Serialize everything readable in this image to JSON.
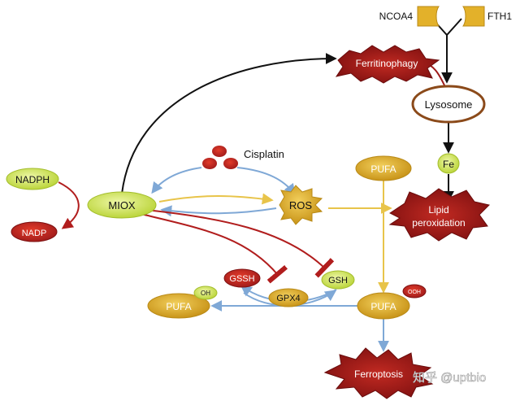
{
  "labels": {
    "ncoa4": "NCOA4",
    "fth1": "FTH1",
    "ferritinophagy": "Ferritinophagy",
    "lysosome": "Lysosome",
    "fe": "Fe",
    "lipid_peroxidation_line1": "Lipid",
    "lipid_peroxidation_line2": "peroxidation",
    "cisplatin": "Cisplatin",
    "nadph": "NADPH",
    "nadp": "NADP",
    "miox": "MIOX",
    "ros": "ROS",
    "pufa_top": "PUFA",
    "gssh": "GSSH",
    "gsh": "GSH",
    "gpx4": "GPX4",
    "pufa_oh": "PUFA",
    "oh": "OH",
    "pufa_ooh": "PUFA",
    "ooh": "OOH",
    "ferroptosis": "Ferroptosis"
  },
  "watermark": "知乎 @uptbio",
  "colors": {
    "red_dark": "#9e1a1a",
    "red_bright": "#e11b1b",
    "green_yellow": "#cde35a",
    "gold": "#e3b12a",
    "gold_dark": "#b98a17",
    "arrow_blue": "#7fa8d6",
    "arrow_yellow": "#e8c44a",
    "arrow_red": "#b11d1d",
    "arrow_black": "#111111",
    "lysosome_ring": "#8b4a1a"
  }
}
